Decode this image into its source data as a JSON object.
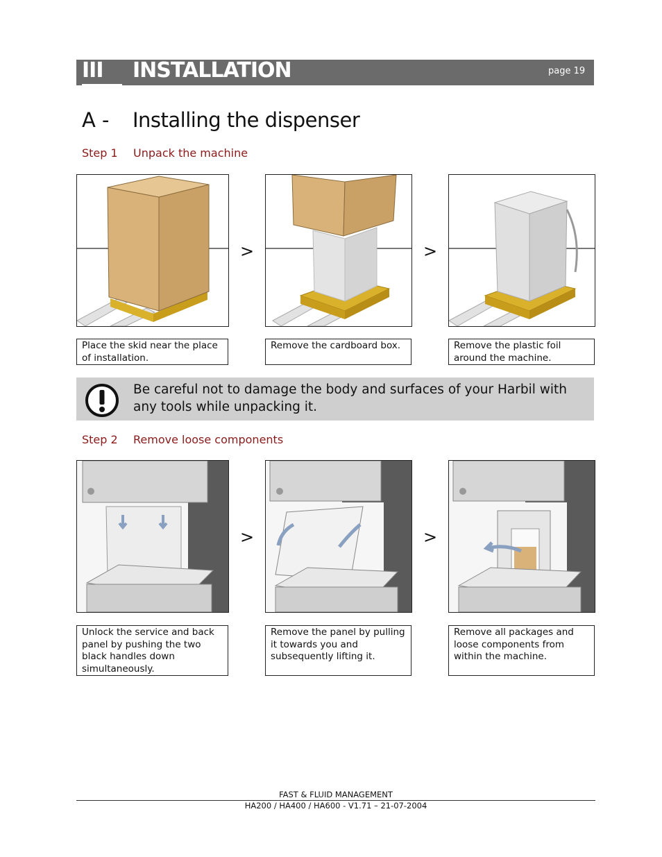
{
  "header": {
    "roman": "III",
    "title": "INSTALLATION",
    "page": "page 19"
  },
  "section": {
    "letter": "A -",
    "name": "Installing the dispenser"
  },
  "step1": {
    "num": "Step 1",
    "name": "Unpack the machine",
    "arrow": ">",
    "captions": [
      "Place the skid near the place of installation.",
      "Remove the cardboard box.",
      "Remove the plastic foil around the machine."
    ]
  },
  "warning": {
    "text": "Be careful not to damage the body and surfaces of your Harbil with any tools while unpacking it."
  },
  "step2": {
    "num": "Step 2",
    "name": "Remove loose components",
    "arrow": ">",
    "captions": [
      "Unlock the service and back panel by pushing the two black handles down simultaneously.",
      "Remove the panel by pulling it towards you and subsequently lifting it.",
      "Remove all packages and loose components from within the machine."
    ]
  },
  "footer": {
    "line1": "FAST & FLUID MANAGEMENT",
    "line2": "HA200 / HA400 / HA600  -  V1.71 – 21-07-2004"
  }
}
